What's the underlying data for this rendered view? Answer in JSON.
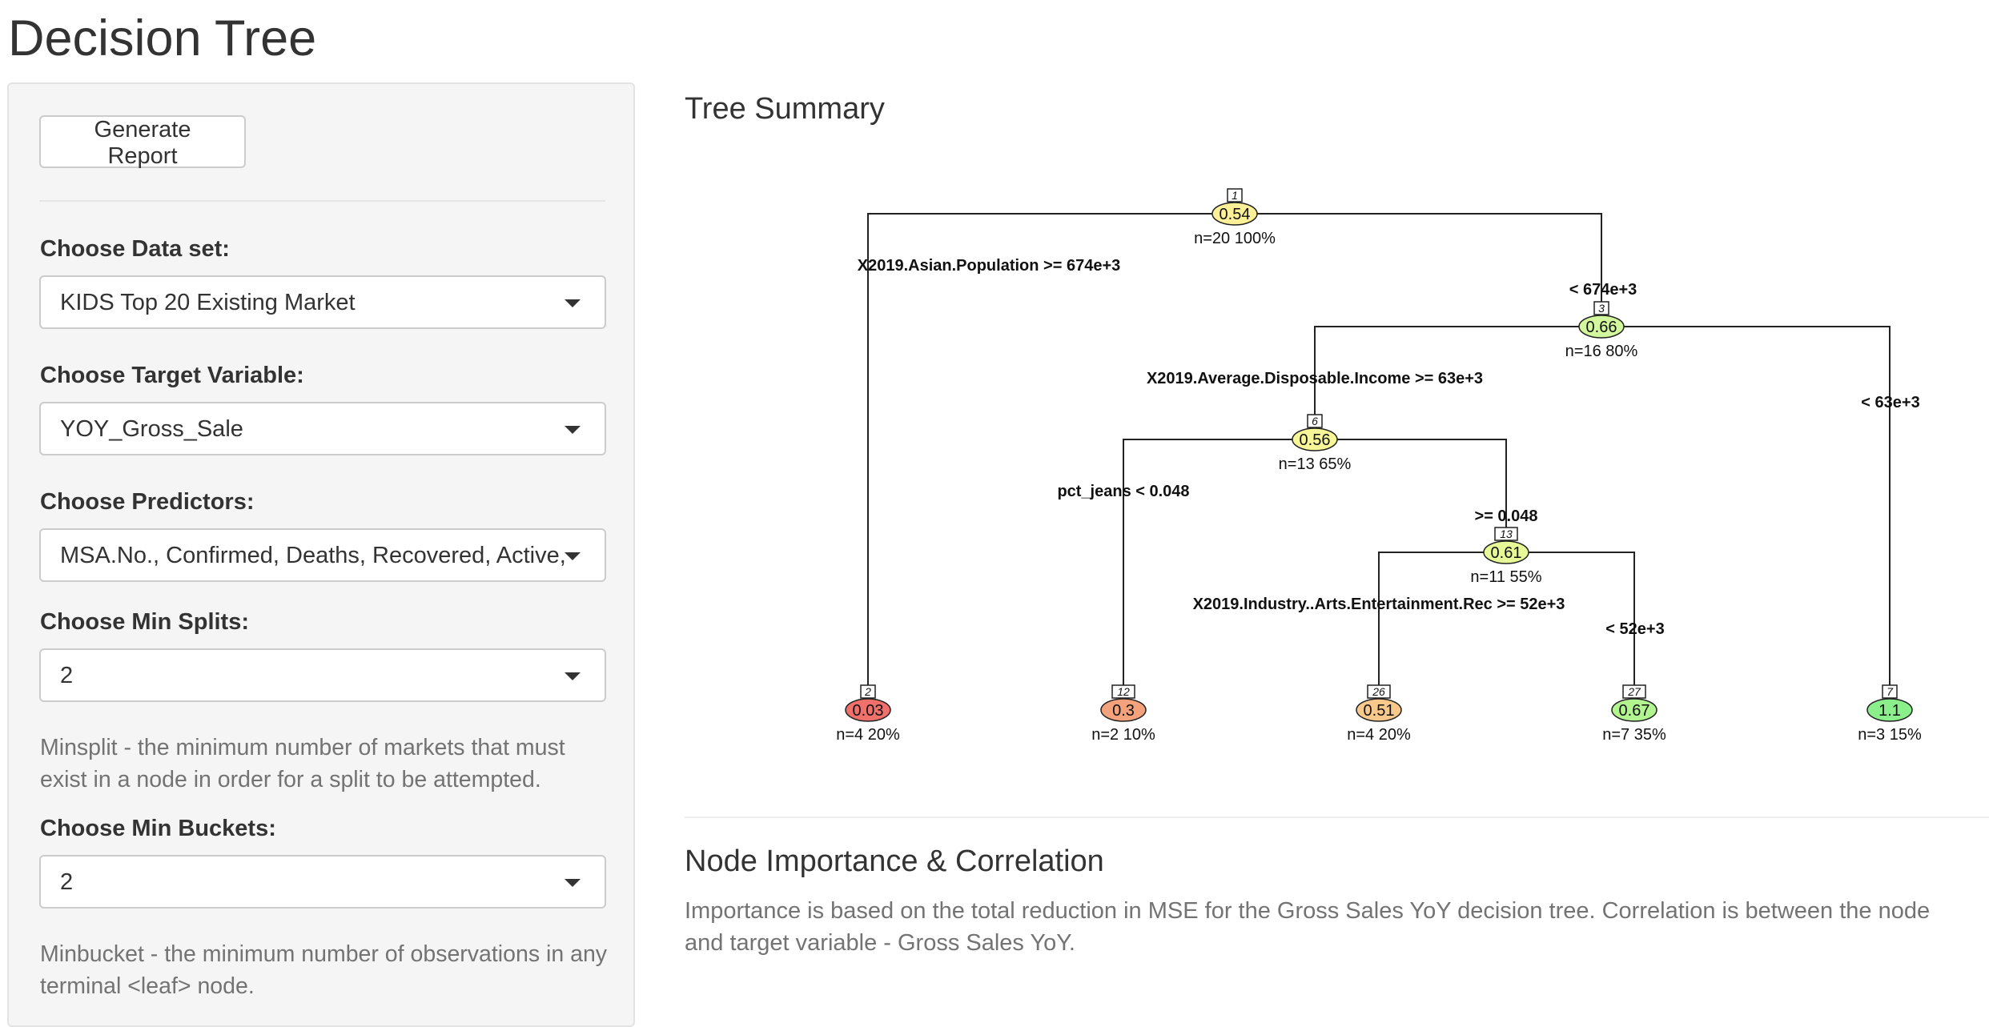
{
  "page": {
    "title": "Decision Tree"
  },
  "sidebar": {
    "generate_button": "Generate Report",
    "dataset": {
      "label": "Choose Data set:",
      "value": "KIDS Top 20 Existing Market"
    },
    "target": {
      "label": "Choose Target Variable:",
      "value": "YOY_Gross_Sale"
    },
    "predictors": {
      "label": "Choose Predictors:",
      "value": "MSA.No., Confirmed, Deaths, Recovered, Active, F"
    },
    "min_splits": {
      "label": "Choose Min Splits:",
      "value": "2",
      "help": "Minsplit - the minimum number of markets that must exist in a node in order for a split to be attempted."
    },
    "min_buckets": {
      "label": "Choose Min Buckets:",
      "value": "2",
      "help": "Minbucket - the minimum number of observations in any terminal <leaf> node."
    }
  },
  "tree_summary": {
    "title": "Tree Summary",
    "nodes": [
      {
        "id": "1",
        "value": "0.54",
        "stats": "n=20  100%",
        "color": "#fdf096"
      },
      {
        "id": "3",
        "value": "0.66",
        "stats": "n=16  80%",
        "color": "#d2f79c"
      },
      {
        "id": "6",
        "value": "0.56",
        "stats": "n=13  65%",
        "color": "#f8f798"
      },
      {
        "id": "13",
        "value": "0.61",
        "stats": "n=11  55%",
        "color": "#e7f896"
      },
      {
        "id": "2",
        "value": "0.03",
        "stats": "n=4  20%",
        "color": "#f0706b"
      },
      {
        "id": "12",
        "value": "0.3",
        "stats": "n=2  10%",
        "color": "#f3a27c"
      },
      {
        "id": "26",
        "value": "0.51",
        "stats": "n=4  20%",
        "color": "#f8c98a"
      },
      {
        "id": "27",
        "value": "0.67",
        "stats": "n=7  35%",
        "color": "#b2f590"
      },
      {
        "id": "7",
        "value": "1.1",
        "stats": "n=3  15%",
        "color": "#8bf08c"
      }
    ],
    "split_labels": [
      "X2019.Asian.Population >= 674e+3",
      "< 674e+3",
      "X2019.Average.Disposable.Income >= 63e+3",
      "< 63e+3",
      "pct_jeans < 0.048",
      ">= 0.048",
      "X2019.Industry..Arts.Entertainment.Rec >= 52e+3",
      "< 52e+3"
    ]
  },
  "node_importance": {
    "title": "Node Importance & Correlation",
    "description": "Importance is based on the total reduction in MSE for the Gross Sales YoY decision tree. Correlation is between the node and target variable - Gross Sales YoY."
  }
}
